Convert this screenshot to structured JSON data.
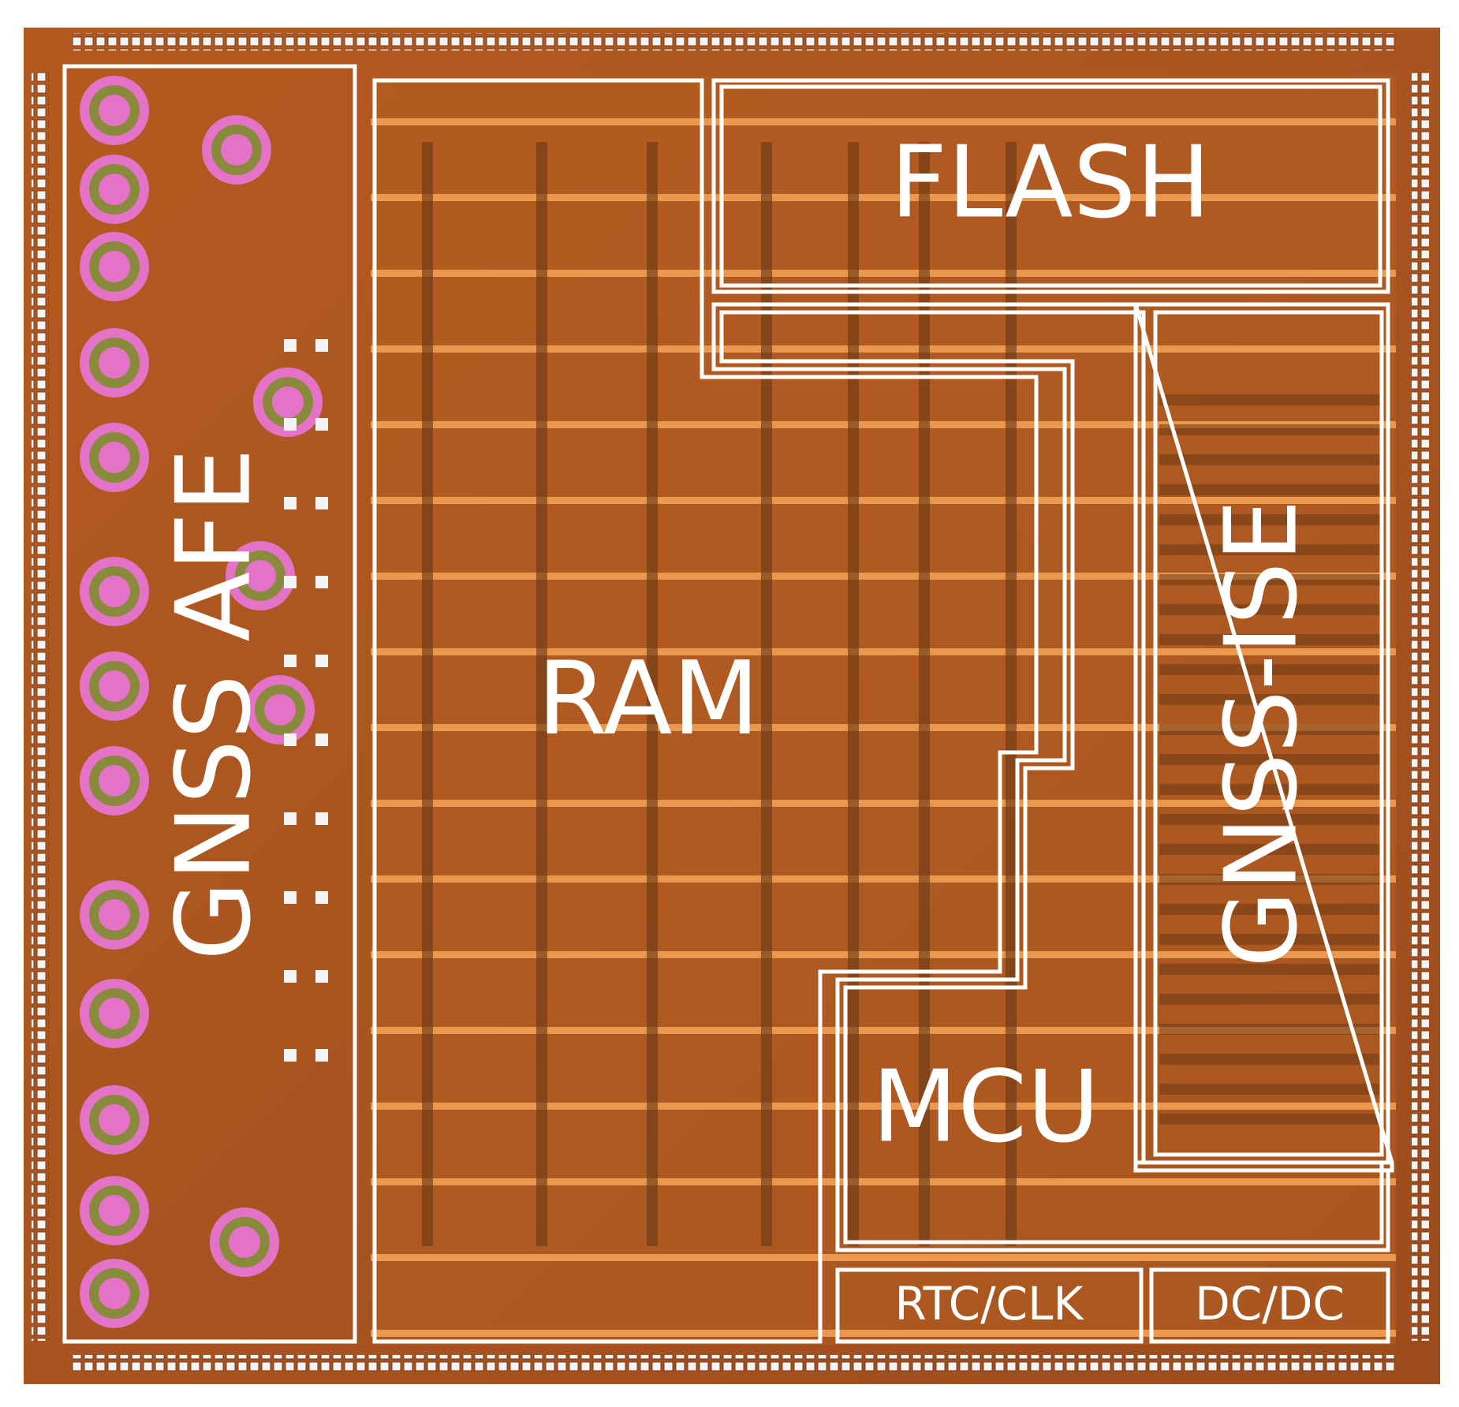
{
  "colors": {
    "die_base": "#b55e22",
    "die_dark": "#6e3a16",
    "copper_rail": "#f0a052",
    "inductor_pink": "#e472c6",
    "inductor_green": "#8a8a3c",
    "outline": "#ffffff",
    "label": "#ffffff"
  },
  "blocks": {
    "gnss_afe": {
      "label": "GNSS AFE"
    },
    "ram": {
      "label": "RAM"
    },
    "flash": {
      "label": "FLASH"
    },
    "gnss_ise": {
      "label": "GNSS-ISE"
    },
    "mcu": {
      "label": "MCU"
    },
    "rtc_clk": {
      "label": "RTC/CLK"
    },
    "dc_dc": {
      "label": "DC/DC"
    }
  }
}
